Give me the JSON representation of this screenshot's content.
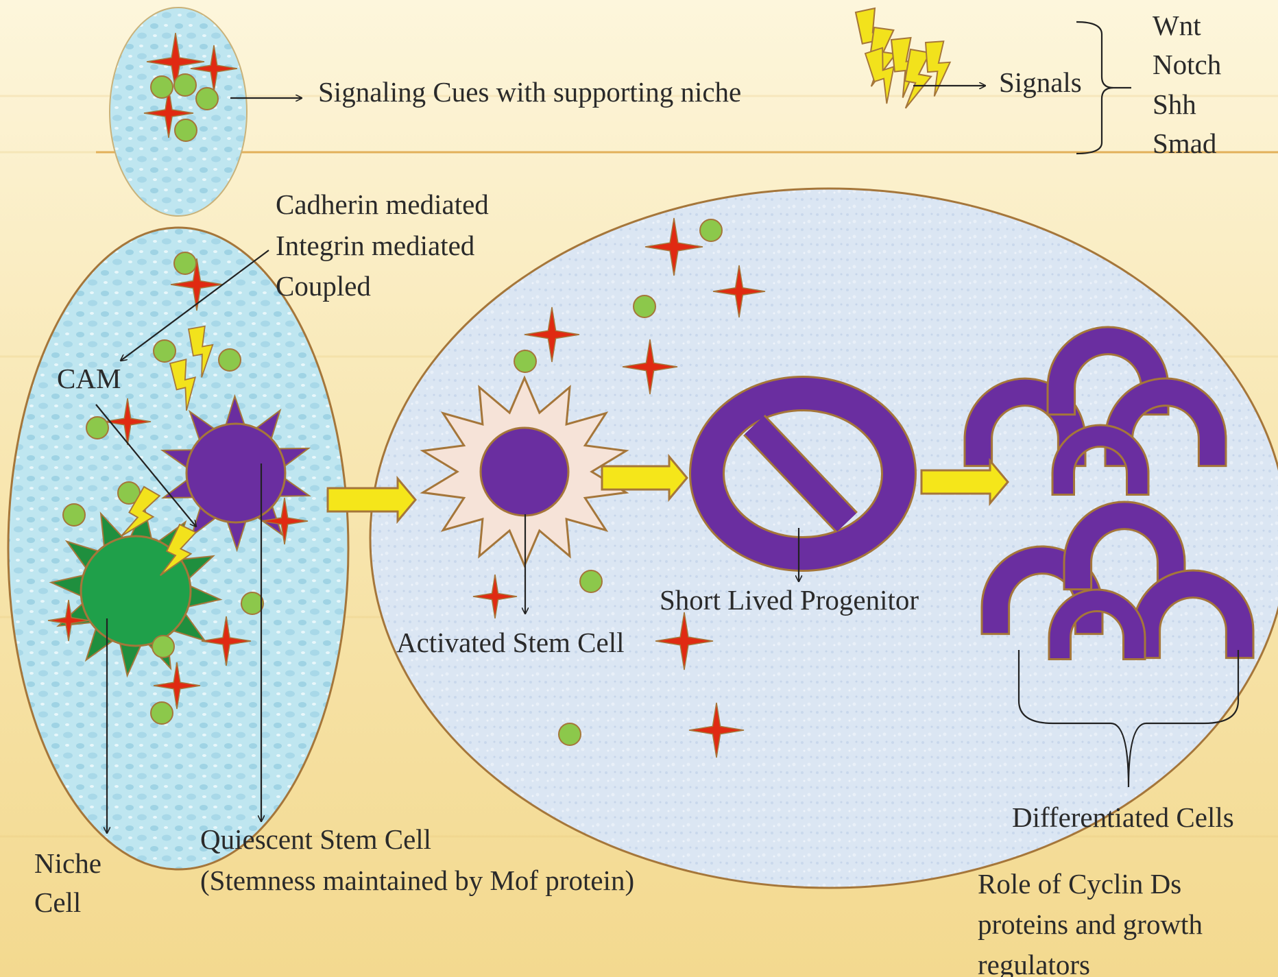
{
  "legend": {
    "cues_label": "Signaling Cues with supporting niche",
    "signals_label": "Signals",
    "signal_types": [
      "Wnt",
      "Notch",
      "Shh",
      "Smad"
    ]
  },
  "adhesion": {
    "types": [
      "Cadherin mediated",
      "Integrin mediated",
      "Coupled"
    ],
    "cam_label": "CAM"
  },
  "labels": {
    "niche_cell": [
      "Niche",
      "Cell"
    ],
    "quiescent": [
      "Quiescent Stem Cell",
      "(Stemness maintained by Mof protein)"
    ],
    "activated": "Activated Stem Cell",
    "progenitor": "Short Lived Progenitor",
    "differentiated": "Differentiated Cells",
    "cyclin": [
      "Role of Cyclin Ds",
      "proteins and growth",
      "regulators"
    ]
  },
  "colors": {
    "background": "#f8e7b3",
    "niche_fill": "#bfe6f0",
    "big_cell_fill": "#dce7f3",
    "outline": "#a5763a",
    "star": "#e02a12",
    "dot": "#8cc84b",
    "purple": "#6a2ea0",
    "niche_green": "#1fa04a",
    "arrow_yellow": "#f5e61a",
    "bolt_yellow": "#f2e21c",
    "activated_fill": "#f6e3d8"
  }
}
